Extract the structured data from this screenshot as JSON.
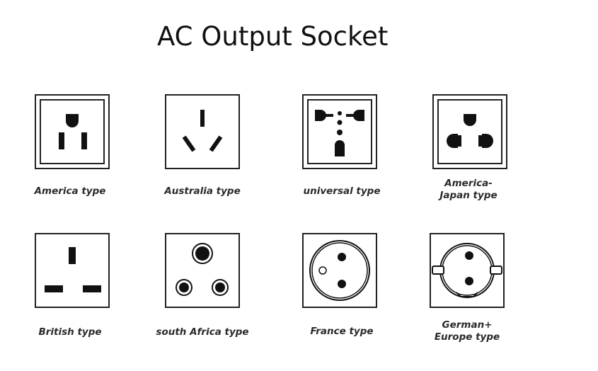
{
  "page": {
    "title": "AC Output Socket"
  },
  "sockets": [
    {
      "label": "America type"
    },
    {
      "label": "Australia type"
    },
    {
      "label": "universal type"
    },
    {
      "label_line1": "America-",
      "label_line2": "Japan type"
    },
    {
      "label": "British type"
    },
    {
      "label": "south Africa type"
    },
    {
      "label": "France type"
    },
    {
      "label_line1": "German+",
      "label_line2": "Europe type"
    }
  ],
  "colors": {
    "ink": "#111111",
    "frame": "#222222",
    "text": "#2a2a2a"
  },
  "icons": [
    "america-socket-icon",
    "australia-socket-icon",
    "universal-socket-icon",
    "america-japan-socket-icon",
    "british-socket-icon",
    "south-africa-socket-icon",
    "france-socket-icon",
    "german-europe-socket-icon"
  ]
}
